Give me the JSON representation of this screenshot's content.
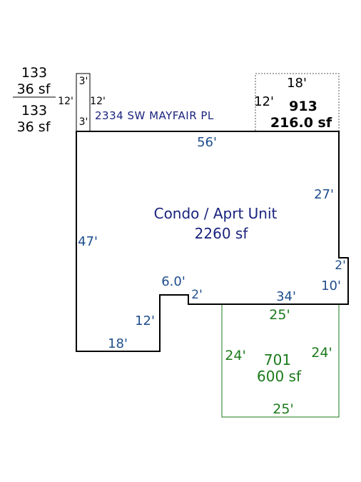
{
  "colors": {
    "outline": "#000000",
    "dim_blue": "#1f4e8c",
    "dim_green": "#1a7a1a",
    "main_label": "#1a237e",
    "dotted": "#555555"
  },
  "address": "2334 SW MAYFAIR PL",
  "main_unit": {
    "name": "Condo / Aprt Unit",
    "area": "2260 sf",
    "dims": {
      "top": "56'",
      "right_upper": "27'",
      "right_notch": "2'",
      "right_lower": "10'",
      "bottom_right": "34'",
      "step_small": "2'",
      "step_top": "6.0'",
      "step_side": "12'",
      "bottom_left": "18'",
      "left": "47'"
    }
  },
  "area_701": {
    "code": "701",
    "area": "600 sf",
    "dims": {
      "top": "25'",
      "left": "24'",
      "right": "24'",
      "bottom": "25'"
    }
  },
  "area_913": {
    "code": "913",
    "area": "216.0 sf",
    "dims": {
      "top": "18'",
      "left": "12'"
    }
  },
  "area_133": {
    "code": "133",
    "area": "36 sf",
    "dims": {
      "top": "3'",
      "bottom": "3'",
      "left": "12'",
      "right": "12'"
    }
  }
}
